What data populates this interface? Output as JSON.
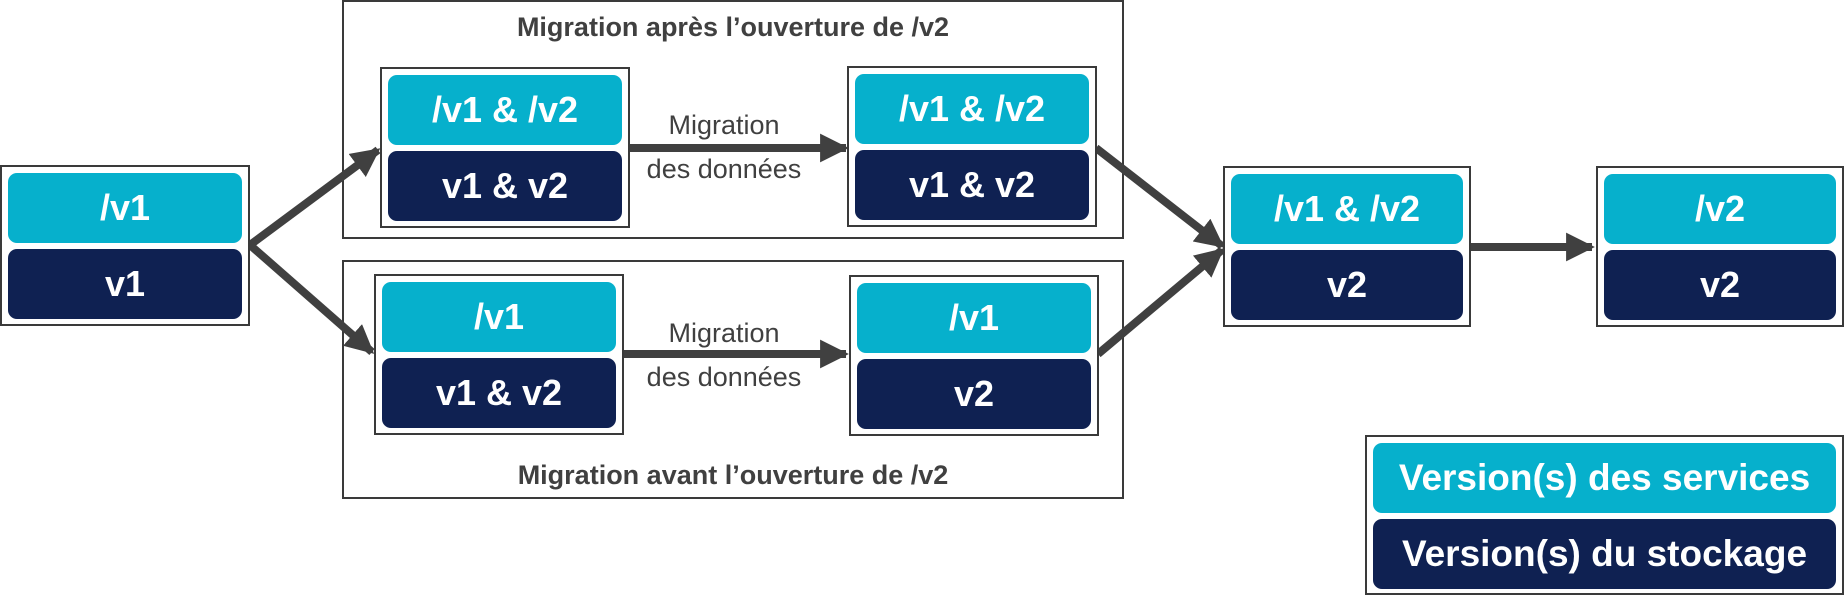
{
  "groups": {
    "top_title": "Migration après l’ouverture de /v2",
    "bottom_title": "Migration avant l’ouverture de /v2"
  },
  "nodes": {
    "start": {
      "service": "/v1",
      "storage": "v1"
    },
    "top_a": {
      "service": "/v1 & /v2",
      "storage": "v1 & v2"
    },
    "top_b": {
      "service": "/v1 & /v2",
      "storage": "v1 & v2"
    },
    "bottom_a": {
      "service": "/v1",
      "storage": "v1 & v2"
    },
    "bottom_b": {
      "service": "/v1",
      "storage": "v2"
    },
    "merge": {
      "service": "/v1 & /v2",
      "storage": "v2"
    },
    "final": {
      "service": "/v2",
      "storage": "v2"
    }
  },
  "labels": {
    "top_migration": [
      "Migration",
      "des données"
    ],
    "bottom_migration": [
      "Migration",
      "des données"
    ]
  },
  "legend": {
    "service": "Version(s) des services",
    "storage": "Version(s) du stockage"
  },
  "colors": {
    "service": "#06b0cc",
    "storage": "#0f2152",
    "arrow": "#404040",
    "text": "#404040"
  }
}
